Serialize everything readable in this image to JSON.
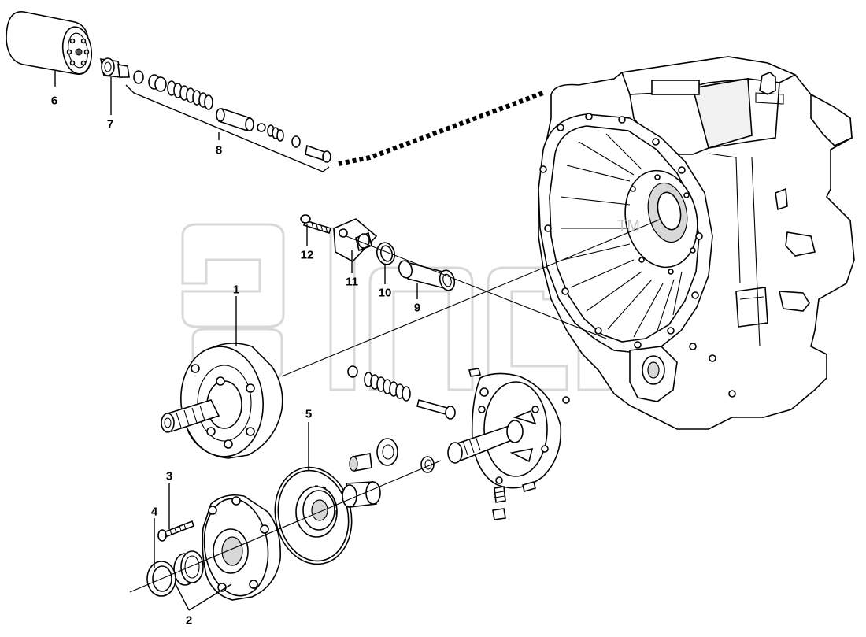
{
  "callouts": {
    "c1": "1",
    "c2": "2",
    "c3": "3",
    "c4": "4",
    "c5": "5",
    "c6": "6",
    "c7": "7",
    "c8": "8",
    "c9": "9",
    "c10": "10",
    "c11": "11",
    "c12": "12"
  },
  "watermark": {
    "tm": "TM"
  }
}
